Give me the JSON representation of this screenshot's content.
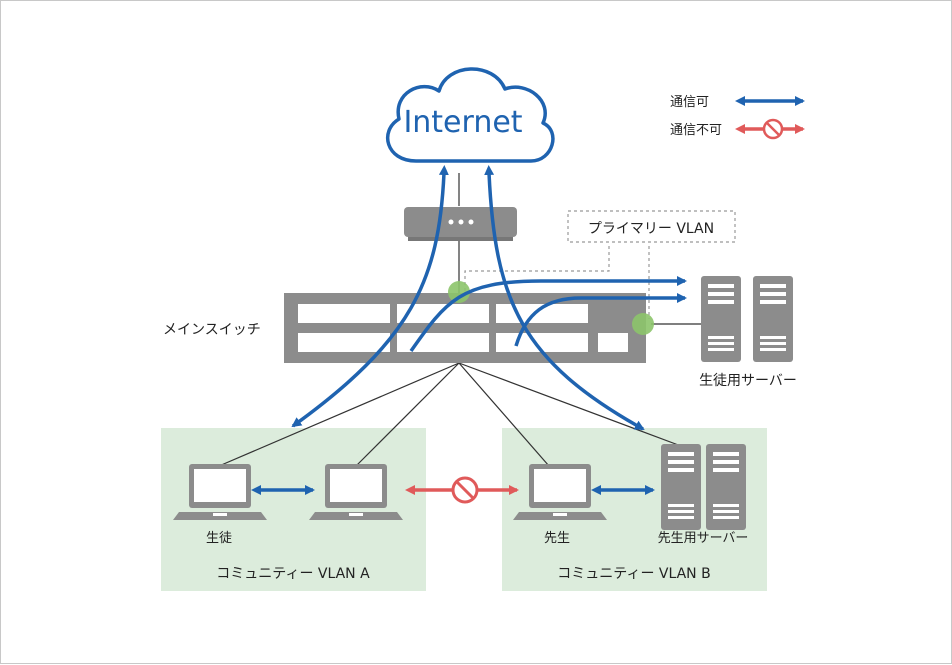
{
  "cloud_label": "Internet",
  "legend": {
    "allowed_label": "通信可",
    "blocked_label": "通信不可"
  },
  "primary_vlan_label": "プライマリー VLAN",
  "main_switch_label": "メインスイッチ",
  "student_server_label": "生徒用サーバー",
  "teacher_server_label": "先生用サーバー",
  "student_label": "生徒",
  "teacher_label": "先生",
  "community_a_label": "コミュニティー VLAN A",
  "community_b_label": "コミュニティー VLAN B",
  "colors": {
    "allowed": "#1f63b0",
    "blocked": "#e05a5a",
    "device": "#8c8c8c",
    "vlan_bg": "#dcecdc",
    "port": "#8cc46a"
  }
}
